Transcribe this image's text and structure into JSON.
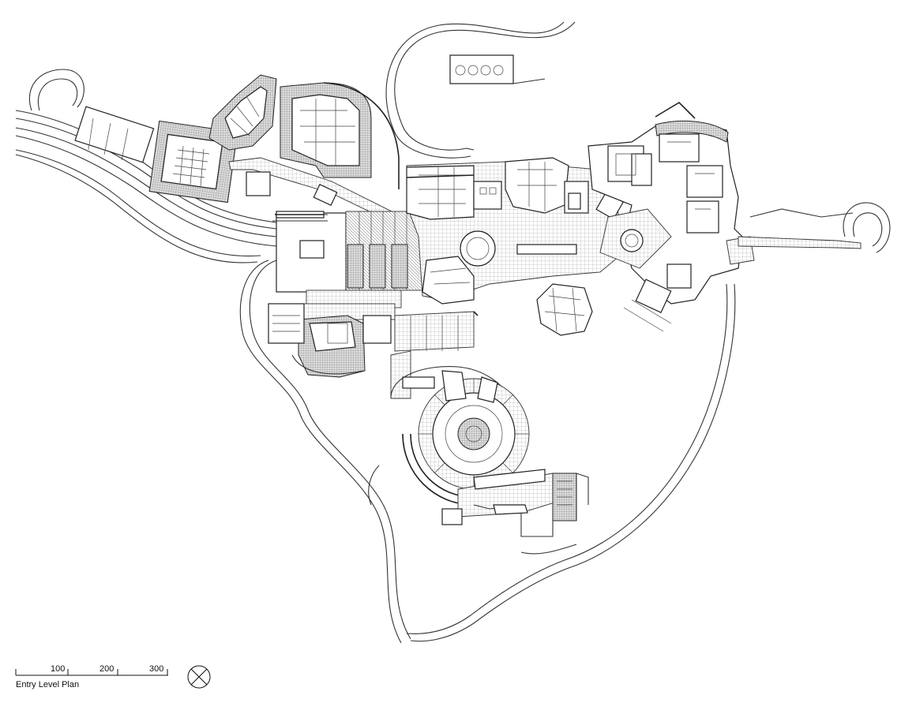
{
  "caption": "Entry Level Plan",
  "scale_bar": {
    "labels": [
      "100",
      "200",
      "300"
    ]
  },
  "north_arrow": {
    "icon": "north-arrow-icon"
  },
  "colors": {
    "line": "#222222",
    "background": "#ffffff"
  }
}
